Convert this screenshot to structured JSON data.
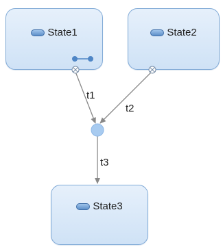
{
  "states": [
    {
      "id": "state1",
      "label": "State1",
      "has_submachine": true
    },
    {
      "id": "state2",
      "label": "State2",
      "has_submachine": false
    },
    {
      "id": "state3",
      "label": "State3",
      "has_submachine": false
    }
  ],
  "transitions": [
    {
      "id": "t1",
      "label": "t1",
      "from": "State1",
      "to": "junction"
    },
    {
      "id": "t2",
      "label": "t2",
      "from": "State2",
      "to": "junction"
    },
    {
      "id": "t3",
      "label": "t3",
      "from": "junction",
      "to": "State3"
    }
  ],
  "colors": {
    "state_fill_top": "#e6f0fb",
    "state_fill_bottom": "#cfe2f6",
    "state_border": "#7fa9d6",
    "junction": "#a8cbf0",
    "arrow": "#888888"
  },
  "icons": {
    "state_icon": "state-icon",
    "exit_point": "exit-point-icon",
    "submachine": "submachine-icon",
    "junction": "junction-icon"
  }
}
